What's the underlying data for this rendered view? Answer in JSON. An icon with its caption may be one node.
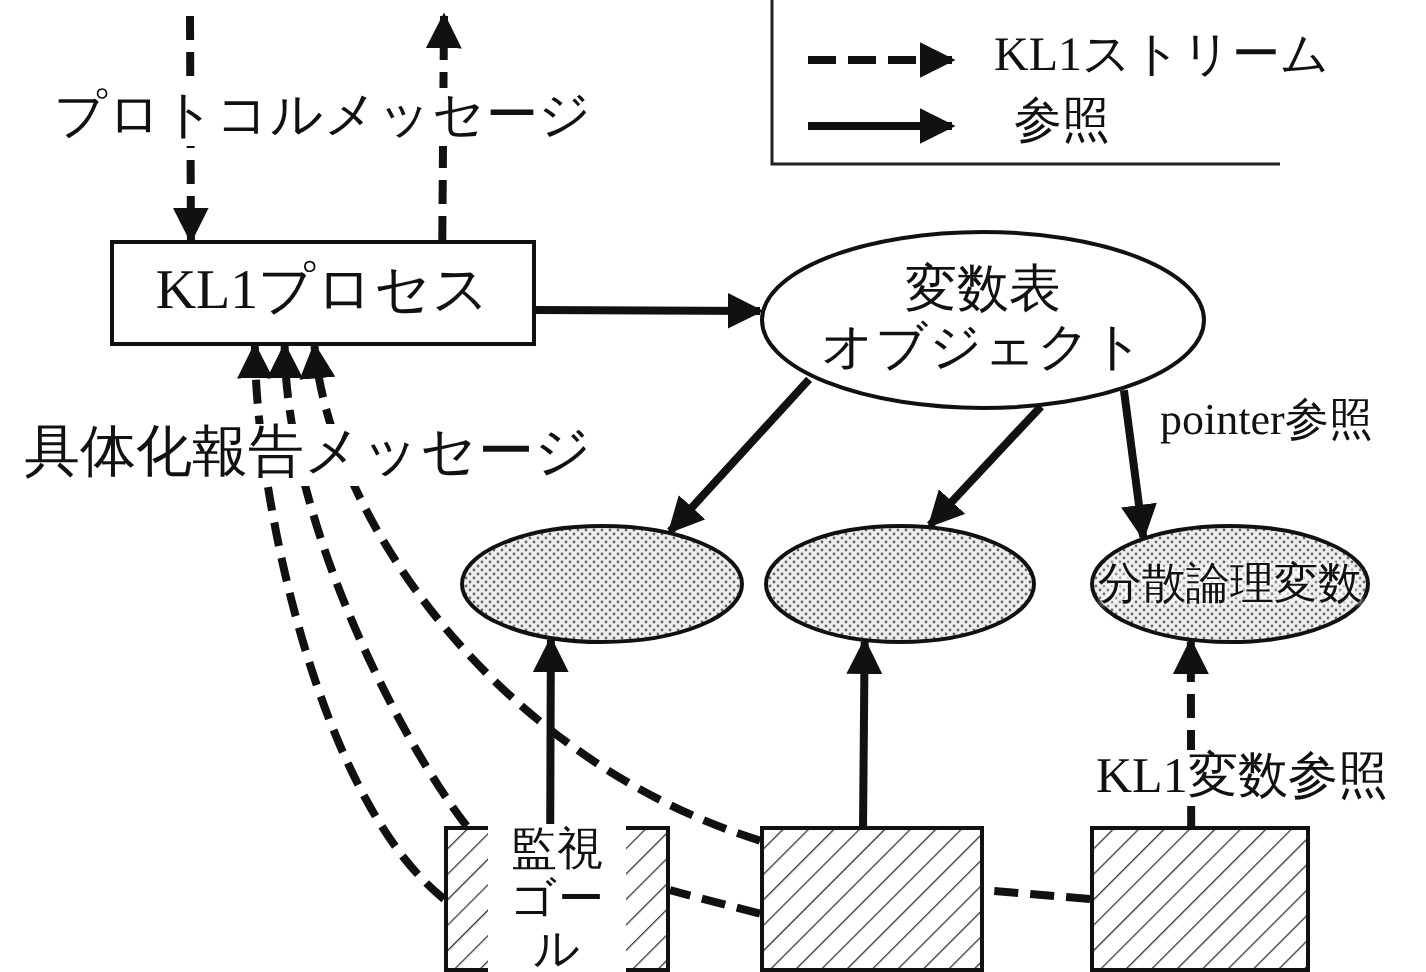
{
  "diagram": {
    "nodes": [
      {
        "text": [
          "KL1プロセス"
        ]
      },
      {
        "text": [
          "変数表",
          "オブジェクト"
        ]
      },
      {
        "text": [],
        "shape": "ellipse"
      },
      {
        "text": [],
        "shape": "ellipse"
      },
      {
        "text": [
          "分散論理変数"
        ]
      },
      {
        "text": [
          "監視ゴール"
        ]
      },
      {
        "text": [],
        "shape": "box"
      },
      {
        "text": [],
        "shape": "box"
      }
    ],
    "edges": [
      {
        "from": null,
        "to": 0,
        "arrow": "to",
        "style": "dashed"
      },
      {
        "from": 0,
        "to": null,
        "arrow": "to",
        "style": "dashed"
      },
      {
        "from": 0,
        "to": 1,
        "arrow": "to"
      },
      {
        "from": 1,
        "to": 2,
        "arrow": "to"
      },
      {
        "from": 1,
        "to": 3,
        "arrow": "to"
      },
      {
        "from": 1,
        "to": 4,
        "arrow": "to",
        "label": "pointer参照"
      },
      {
        "from": 5,
        "to": 2,
        "arrow": "to"
      },
      {
        "from": 6,
        "to": 3,
        "arrow": "to"
      },
      {
        "from": 7,
        "to": 4,
        "arrow": "to",
        "style": "dashed",
        "label": "KL1変数参照"
      },
      {
        "from": 5,
        "to": 0,
        "arrow": "to",
        "style": "dashed"
      },
      {
        "from": 5,
        "to": 0,
        "arrow": "to",
        "style": "dashed"
      },
      {
        "from": 6,
        "to": 0,
        "arrow": "to",
        "style": "dashed"
      },
      {
        "from": 6,
        "to": 5,
        "arrow": "none",
        "style": "dashed"
      },
      {
        "from": 7,
        "to": 6,
        "arrow": "none",
        "style": "dashed"
      }
    ],
    "labels": [
      "プロトコルメッセージ",
      "具体化報告メッセージ"
    ],
    "legend": [
      {
        "text": "KL1ストリーム"
      },
      {
        "text": "参照"
      }
    ]
  }
}
